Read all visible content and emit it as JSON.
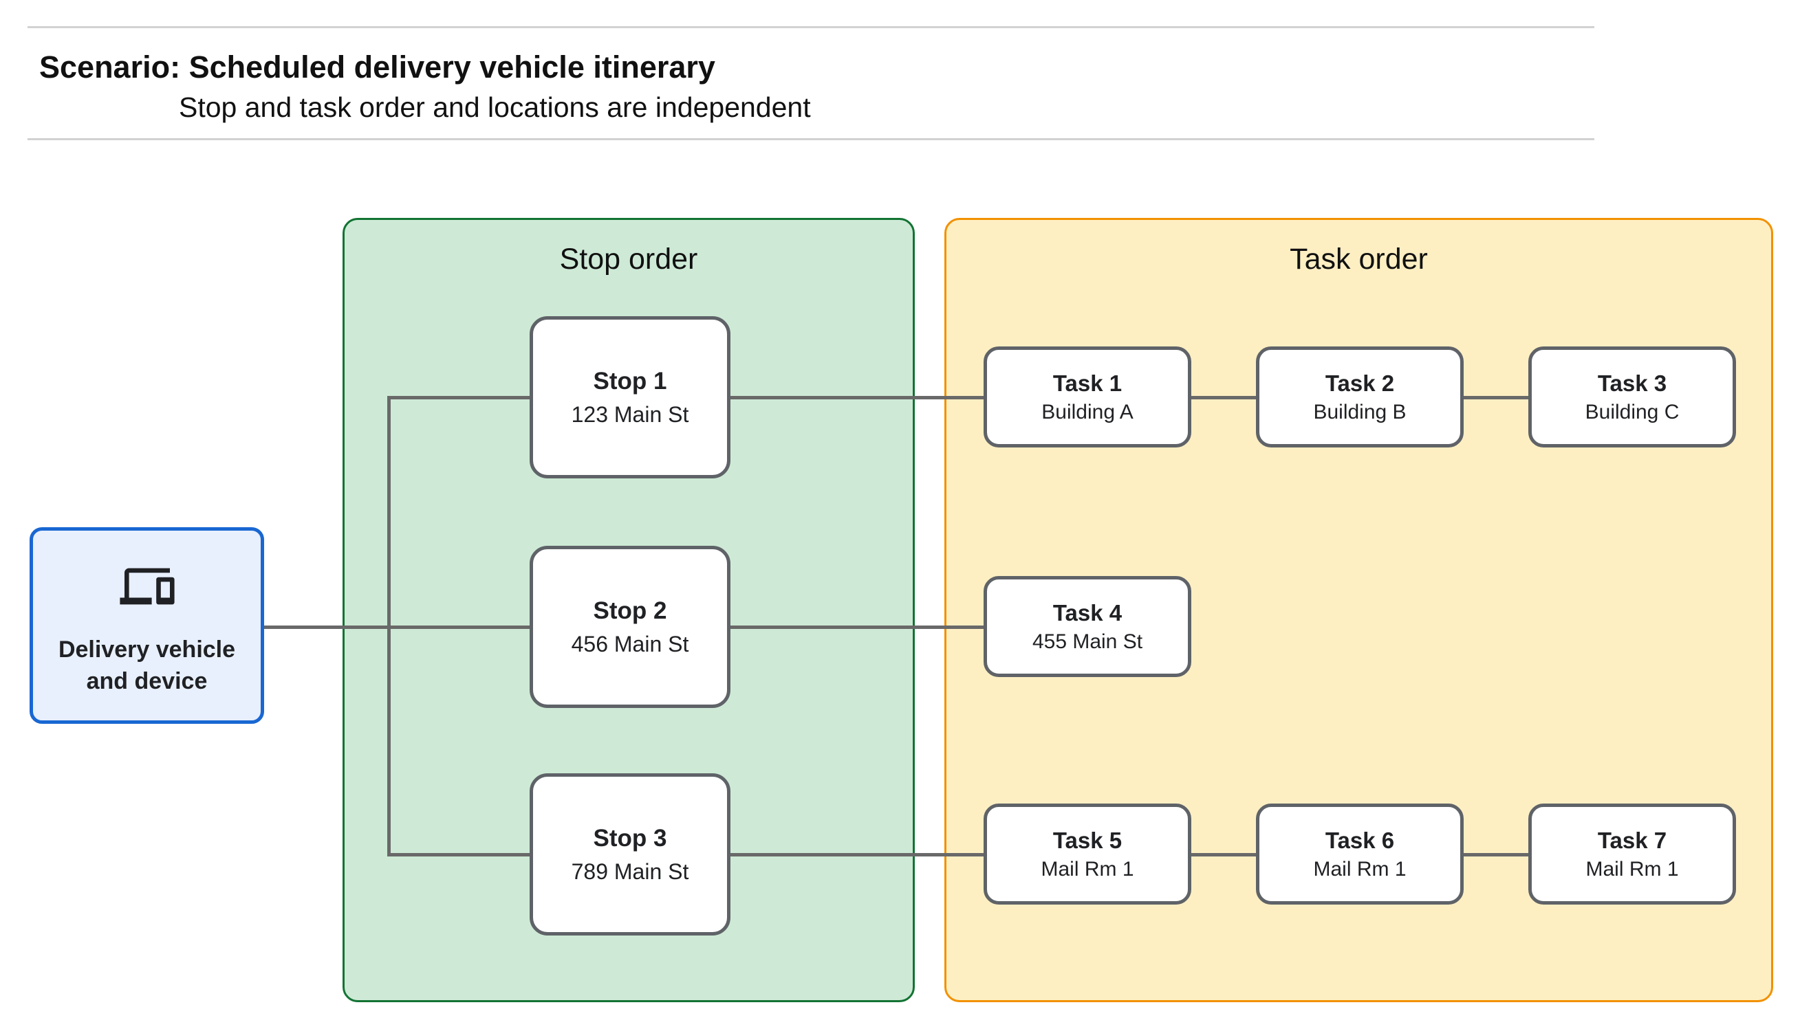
{
  "header": {
    "title": "Scenario: Scheduled delivery vehicle itinerary",
    "subtitle": "Stop and task order and locations are independent"
  },
  "source_node": {
    "icon": "devices-icon",
    "label_line1": "Delivery vehicle",
    "label_line2": "and device"
  },
  "panels": [
    {
      "id": "stop-order",
      "title": "Stop order"
    },
    {
      "id": "task-order",
      "title": "Task order"
    }
  ],
  "stops": [
    {
      "title": "Stop 1",
      "subtitle": "123 Main St"
    },
    {
      "title": "Stop 2",
      "subtitle": "456 Main St"
    },
    {
      "title": "Stop 3",
      "subtitle": "789 Main St"
    }
  ],
  "tasks": [
    {
      "title": "Task 1",
      "subtitle": "Building A"
    },
    {
      "title": "Task 2",
      "subtitle": "Building B"
    },
    {
      "title": "Task 3",
      "subtitle": "Building C"
    },
    {
      "title": "Task 4",
      "subtitle": "455 Main St"
    },
    {
      "title": "Task 5",
      "subtitle": "Mail Rm 1"
    },
    {
      "title": "Task 6",
      "subtitle": "Mail Rm 1"
    },
    {
      "title": "Task 7",
      "subtitle": "Mail Rm 1"
    }
  ],
  "colors": {
    "accent_blue": "#1967d2",
    "blue_fill": "#e8f0fe",
    "green_border": "#137333",
    "green_fill": "#ceead6",
    "orange_border": "#f29100",
    "yellow_fill": "#feefc3",
    "node_border": "#5f6368",
    "connector": "#696969",
    "text_dark": "#202124",
    "divider": "#d2d2d2"
  }
}
